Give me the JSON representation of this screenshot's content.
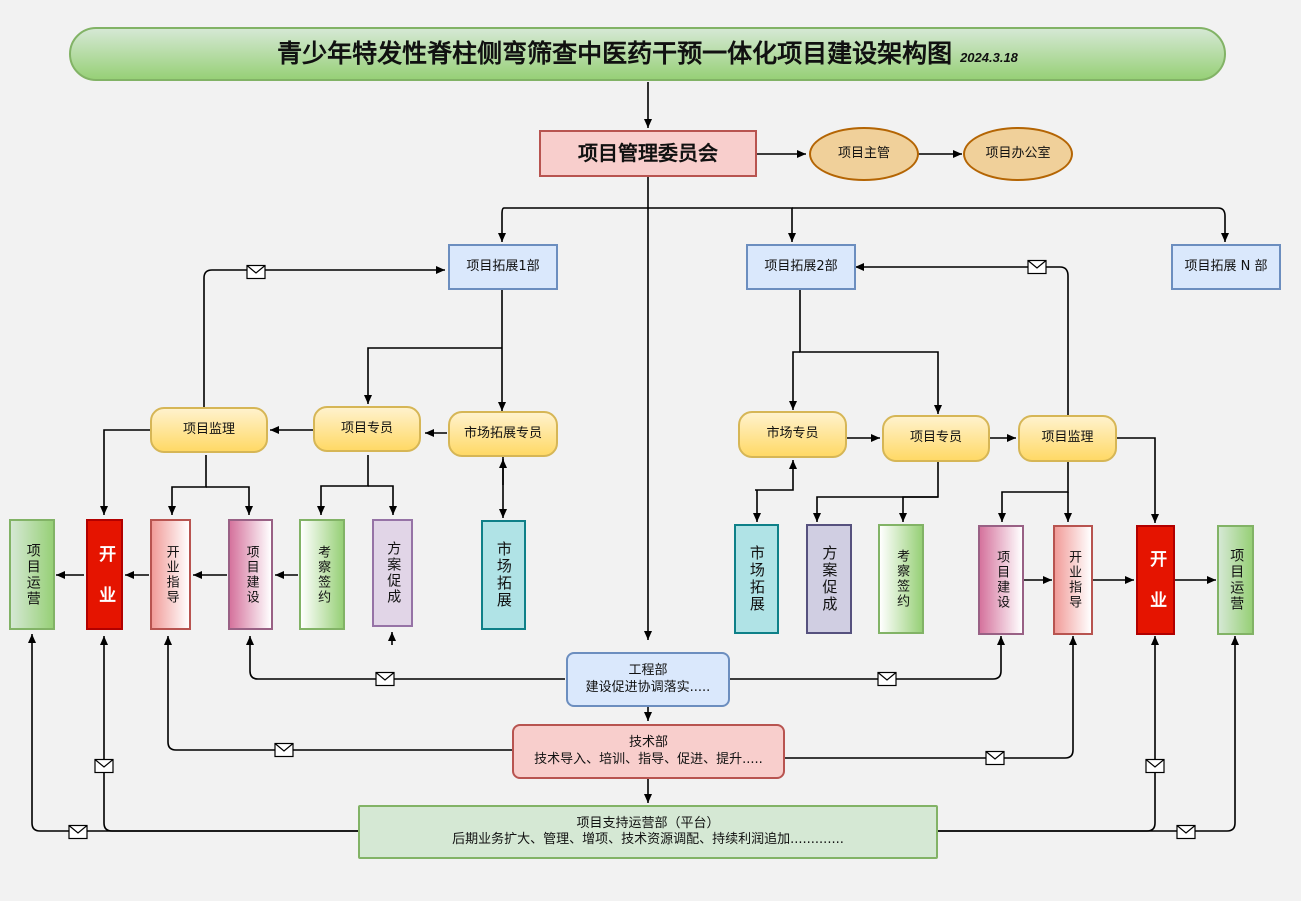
{
  "title": {
    "main": "青少年特发性脊柱侧弯筛查中医药干预一体化项目建设架构图",
    "date": "2024.3.18"
  },
  "committee": "项目管理委员会",
  "director": "项目主管",
  "office": "项目办公室",
  "expansion": {
    "dept1": "项目拓展1部",
    "dept2": "项目拓展2部",
    "deptN": "项目拓展 N 部"
  },
  "left": {
    "supervision": "项目监理",
    "specialist": "项目专员",
    "market_specialist": "市场拓展专员",
    "operation": "项目运营",
    "opening": "开 业",
    "opening_guide": "开业指导",
    "construction": "项目建设",
    "inspection": "考察签约",
    "plan": "方案促成",
    "market_expand": "市场拓展"
  },
  "right": {
    "market_specialist": "市场专员",
    "specialist": "项目专员",
    "supervision": "项目监理",
    "market_expand": "市场拓展",
    "plan": "方案促成",
    "inspection": "考察签约",
    "construction": "项目建设",
    "opening_guide": "开业指导",
    "opening": "开 业",
    "operation": "项目运营"
  },
  "engineering": {
    "name": "工程部",
    "desc": "建设促进协调落实....."
  },
  "technology": {
    "name": "技术部",
    "desc": "技术导入、培训、指导、促进、提升....."
  },
  "support": {
    "name": "项目支持运营部（平台）",
    "desc": "后期业务扩大、管理、增项、技术资源调配、持续利润追加............."
  },
  "colors": {
    "title_green": "#97d077",
    "committee_red": "#f8cecc",
    "ellipse_orange": "#f0d09a",
    "dept_blue": "#dae8fc",
    "staff_yellow": "#ffd966",
    "open_red": "#e51400"
  }
}
